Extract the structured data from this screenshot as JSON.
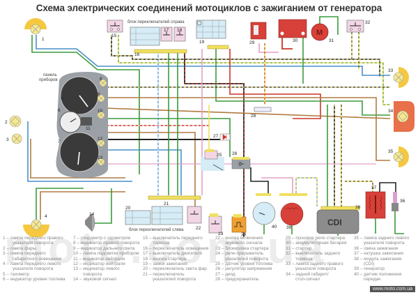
{
  "title": "Схема электрических соединений мотоциклов с зажиганием от генератора",
  "labels": {
    "right_switch_block": "блок переключателей справа",
    "left_switch_block": "блок переключателей слева",
    "instrument_panel_1": "панель",
    "instrument_panel_2": "приборов",
    "cdi": "CDI",
    "motor": "M"
  },
  "component_numbers": [
    "1",
    "2",
    "3",
    "4",
    "5",
    "6",
    "7",
    "8",
    "9",
    "10",
    "11",
    "12",
    "13",
    "14",
    "15",
    "16",
    "17",
    "18",
    "19",
    "20",
    "21",
    "22",
    "23",
    "24",
    "25",
    "26",
    "27",
    "28",
    "29",
    "30",
    "31",
    "32",
    "33",
    "34",
    "35",
    "36",
    "37",
    "38",
    "39",
    "40"
  ],
  "legend": {
    "col1": [
      "1 – лампа переднего правого",
      "указателя поворота",
      "2 – лампа фары",
      "3 – лампа переднего",
      "габаритного освещения",
      "4 – лампа переднего левого",
      "указателя поворота",
      "5 – тахометр",
      "6 – индикатор уровня топлива"
    ],
    "col2": [
      "7 – спидометр с одометром",
      "8 – индикатор правого поворота",
      "9 – индикатор дальнего света",
      "10 – лампа подсветки приборов",
      "11 – индикатор нейтрали",
      "12 – индикатор нейтрали",
      "13 – индикатор левого",
      "поворота",
      "14 – звуковой сигнал"
    ],
    "col3": [
      "15 – выключатель переднего",
      "тормоза",
      "16 – переключатель освещения",
      "17 – выключатель двигателя",
      "18 – кнопка стартера",
      "19 – замок зажигания",
      "20 – переключатель света фар",
      "21 – переключатель",
      "указателей поворота"
    ],
    "col4": [
      "22 – кнопка включения",
      "звукового сигнала",
      "23 – блокировка стартера",
      "24 – реле-прерыватель",
      "указателей поворота",
      "25 – датчик уровня топлива",
      "26 – регулятор напряжения",
      "27 – диод",
      "28 – предохранитель"
    ],
    "col5": [
      "29 – пусковое реле стартера",
      "30 – аккумуляторная батарея",
      "31 – стартер",
      "32 – выключатель заднего",
      "тормоза",
      "33 – лампа заднего правого",
      "указателя поворота",
      "34 – задний габарит/",
      "стоп-сигнал"
    ],
    "col6": [
      "35 – лампа заднего левого",
      "указателя поворота",
      "36 – свеча зажигания",
      "37 – катушка зажигания",
      "38 – модуль зажигания",
      "(CDI)",
      "39 – генератор",
      "40 – датчик положения",
      "передач"
    ]
  },
  "indented_lines": {
    "col1": [
      1,
      4,
      6
    ],
    "col2": [
      7
    ],
    "col3": [
      1,
      8
    ],
    "col4": [
      1,
      4
    ],
    "col5": [
      4,
      6,
      8
    ],
    "col6": [
      1,
      5,
      8
    ]
  },
  "watermark": "moto.com.ua",
  "site": "www.moto.com.ua",
  "colors": {
    "green": "#3a9a3a",
    "blue": "#4a8fc8",
    "black": "#222222",
    "brown": "#b07a40",
    "red": "#c8362a",
    "pink": "#e0a0c8",
    "yellow": "#f0e060",
    "orange": "#f0a030",
    "lamp": "#f5e890",
    "lamp_shade": "#f5c840",
    "panel_gray": "#9aa0a6",
    "switch_blue": "#d6ecf6",
    "switch_pink": "#f2d6e6",
    "cdi_gray": "#8c8c8c"
  }
}
